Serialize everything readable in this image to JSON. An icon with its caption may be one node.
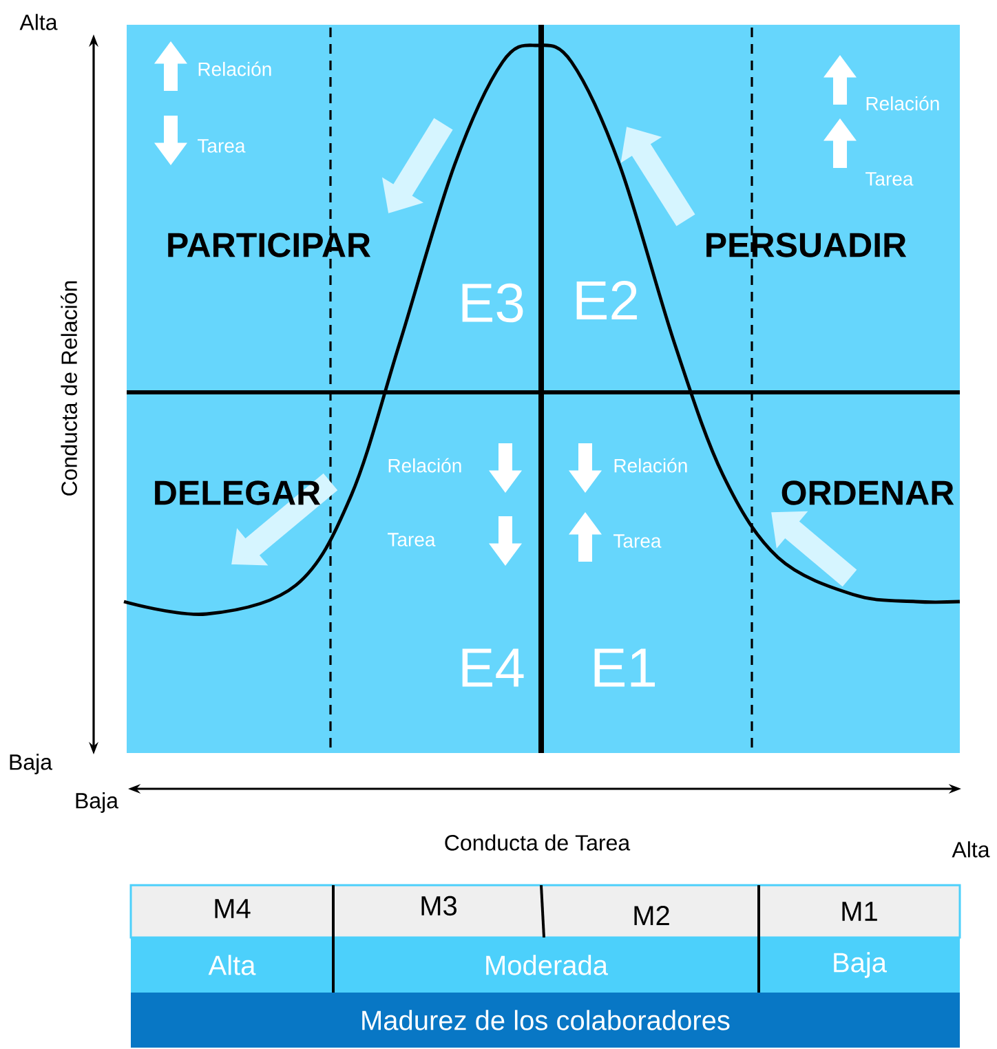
{
  "diagram": {
    "nodes": [
      {
        "text": [
          "M4"
        ]
      },
      {
        "text": [
          "M3"
        ]
      },
      {
        "text": [
          "M2"
        ]
      },
      {
        "text": [
          "M1"
        ]
      },
      {
        "text": [
          "Alta"
        ]
      },
      {
        "text": [
          "Moderada"
        ]
      },
      {
        "text": [
          "Baja"
        ]
      },
      {
        "text": [
          "Madurez  de los colaboradores"
        ]
      }
    ],
    "labels": [
      "Alta",
      "Baja",
      "Conducta de Relación",
      "Baja",
      "Conducta de Tarea",
      "Alta",
      "Relación",
      "Tarea",
      "PARTICIPAR",
      "E3",
      "Relación",
      "Tarea",
      "PERSUADIR",
      "E2",
      "DELEGAR",
      "Relación",
      "Tarea",
      "E4",
      "Relación",
      "Tarea",
      "ORDENAR",
      "E1"
    ]
  }
}
